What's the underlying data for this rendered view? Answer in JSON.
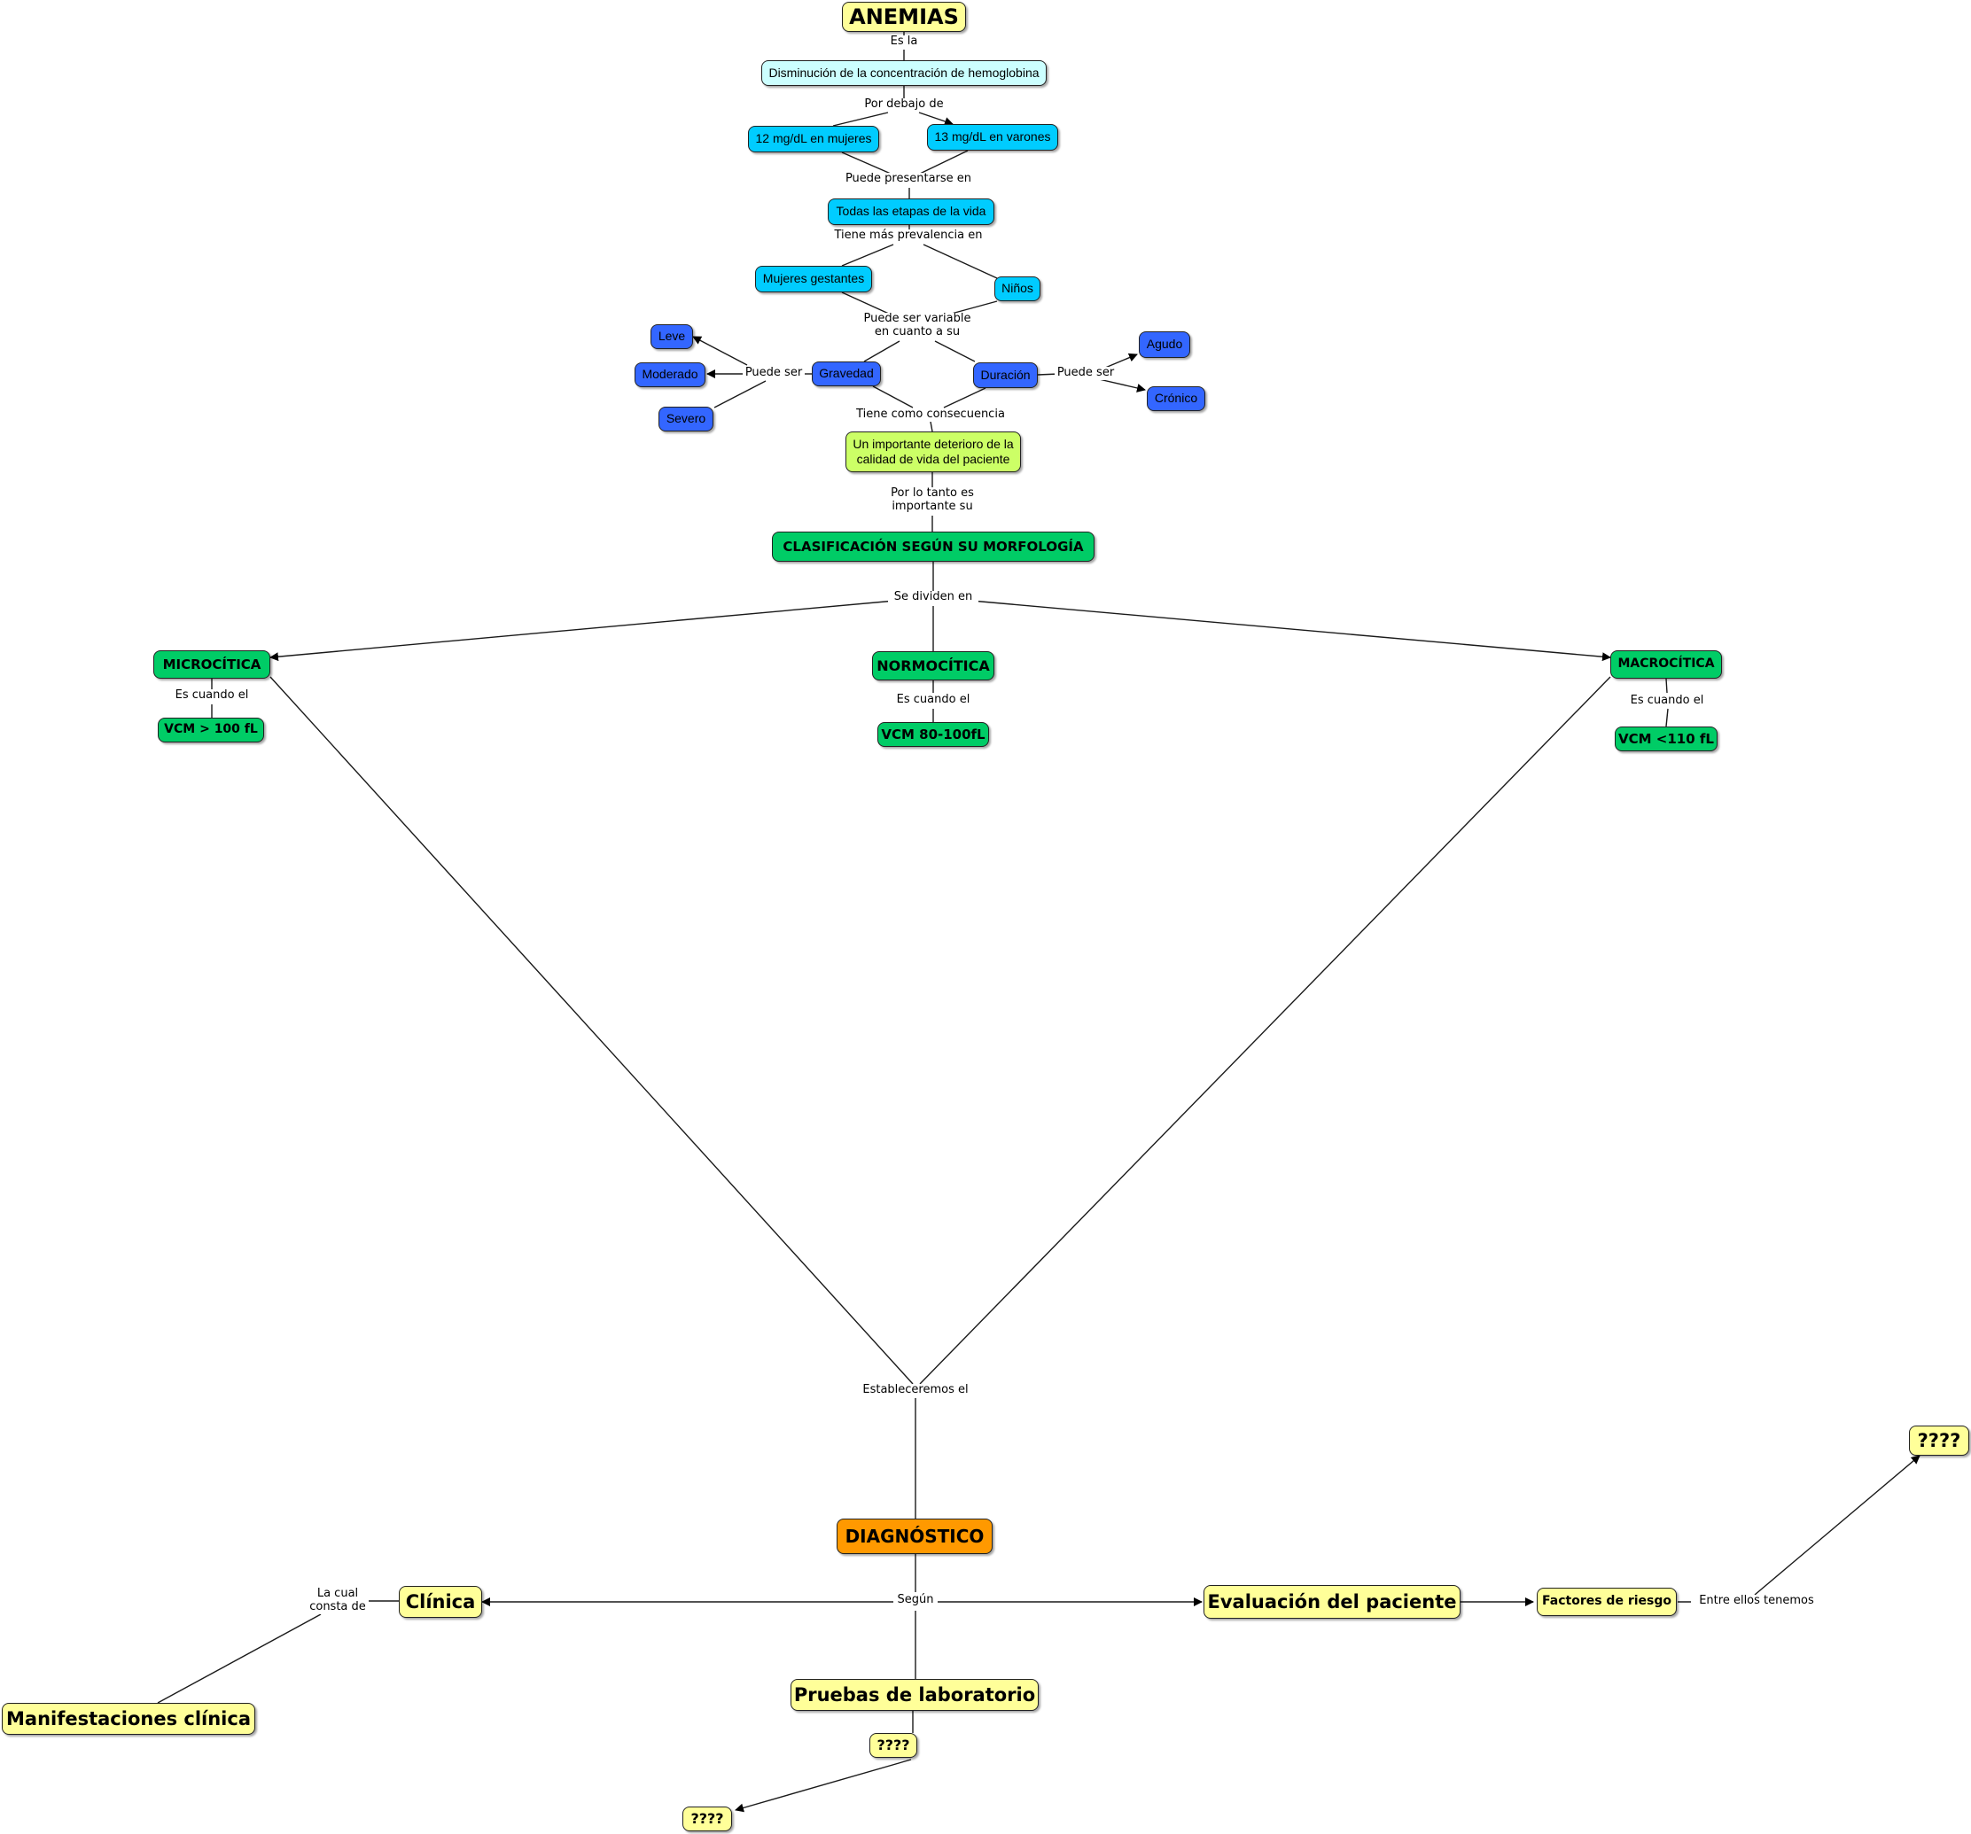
{
  "colors": {
    "yellow": "#ffff99",
    "light_cyan": "#ccffff",
    "cyan": "#00ccff",
    "blue": "#3366ff",
    "lime": "#ccff66",
    "green": "#00cc66",
    "orange": "#ff9900"
  },
  "nodes": {
    "anemias": "ANEMIAS",
    "disminucion": "Disminución de la concentración de hemoglobina",
    "mujeres_12": "12 mg/dL en mujeres",
    "varones_13": "13 mg/dL en varones",
    "etapas": "Todas las etapas de la vida",
    "gestantes": "Mujeres gestantes",
    "ninos": "Niños",
    "gravedad": "Gravedad",
    "duracion": "Duración",
    "leve": "Leve",
    "moderado": "Moderado",
    "severo": "Severo",
    "agudo": "Agudo",
    "cronico": "Crónico",
    "deterioro": "Un importante deterioro de la calidad de vida del paciente",
    "clasificacion": "CLASIFICACIÓN SEGÚN SU MORFOLOGÍA",
    "microcitica": "MICROCÍTICA",
    "normocitica": "NORMOCÍTICA",
    "macrocitica": "MACROCÍTICA",
    "vcm_micro": "VCM > 100 fL",
    "vcm_normo": "VCM 80-100fL",
    "vcm_macro": "VCM <110 fL",
    "diagnostico": "DIAGNÓSTICO",
    "clinica": "Clínica",
    "evaluacion": "Evaluación del paciente",
    "pruebas": "Pruebas de laboratorio",
    "manifestaciones": "Manifestaciones clínica",
    "factores": "Factores de riesgo",
    "q_top_right": "????",
    "q_lab_1": "????",
    "q_lab_2": "????"
  },
  "links": {
    "es_la": "Es la",
    "por_debajo": "Por debajo de",
    "puede_presentarse": "Puede presentarse en",
    "mas_prevalencia": "Tiene más prevalencia en",
    "variable": "Puede ser variable\nen cuanto a su",
    "puede_ser_grav": "Puede ser",
    "puede_ser_dur": "Puede ser",
    "consecuencia": "Tiene como consecuencia",
    "por_lo_tanto": "Por lo tanto es\nimportante su",
    "se_dividen": "Se dividen en",
    "es_cuando_micro": "Es cuando el",
    "es_cuando_normo": "Es cuando el",
    "es_cuando_macro": "Es cuando el",
    "estableceremos": "Estableceremos el",
    "segun": "Según",
    "la_cual": "La cual\nconsta de",
    "entre_ellos": "Entre ellos tenemos"
  }
}
